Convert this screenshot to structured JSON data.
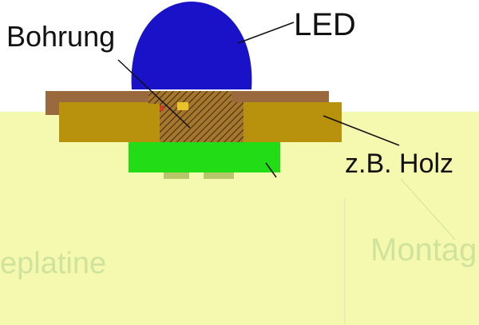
{
  "labels": {
    "led": "LED",
    "bohrung": "Bohrung",
    "holz": "z.B. Holz",
    "platine": "eplatine",
    "montage": "Montag"
  },
  "colors": {
    "background": "#ffffff",
    "overlay": "#f5f9b0",
    "led_dome": "#1a12c8",
    "wood_top": "#9a6a3e",
    "wood_mid": "#b8920c",
    "pcb_green": "#22dc16",
    "pad": "#b8c66a",
    "text_dark": "#111111",
    "text_faded": "#cfe39a"
  }
}
